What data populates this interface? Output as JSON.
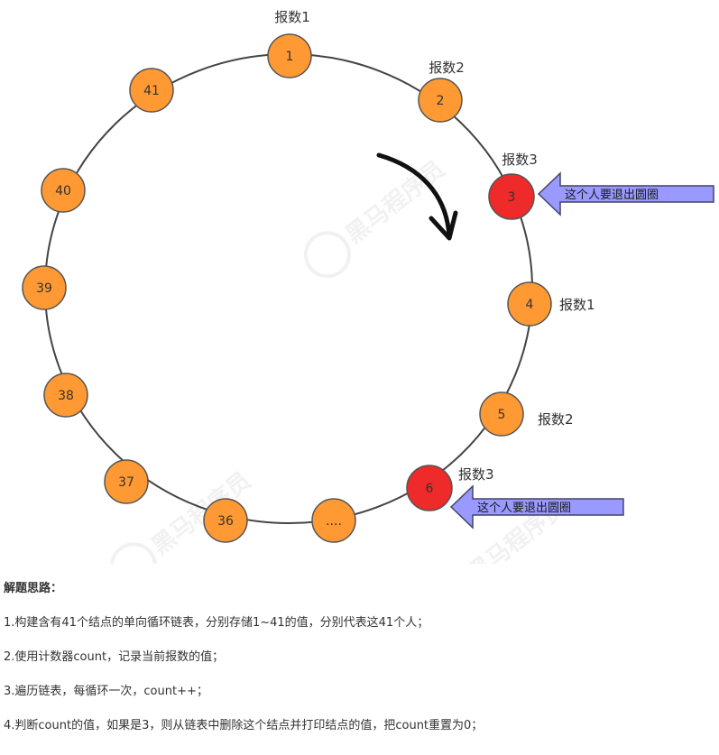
{
  "diagram": {
    "nodes": [
      {
        "label": "1",
        "state": "normal",
        "count": "报数1"
      },
      {
        "label": "2",
        "state": "normal",
        "count": "报数2"
      },
      {
        "label": "3",
        "state": "removed",
        "count": "报数3"
      },
      {
        "label": "4",
        "state": "normal",
        "count": "报数1"
      },
      {
        "label": "5",
        "state": "normal",
        "count": "报数2"
      },
      {
        "label": "6",
        "state": "removed",
        "count": "报数3"
      },
      {
        "label": "....",
        "state": "normal",
        "count": ""
      },
      {
        "label": "36",
        "state": "normal",
        "count": ""
      },
      {
        "label": "37",
        "state": "normal",
        "count": ""
      },
      {
        "label": "38",
        "state": "normal",
        "count": ""
      },
      {
        "label": "39",
        "state": "normal",
        "count": ""
      },
      {
        "label": "40",
        "state": "normal",
        "count": ""
      },
      {
        "label": "41",
        "state": "normal",
        "count": ""
      }
    ],
    "exit_arrows": [
      {
        "target": "3",
        "label": "这个人要退出圆圈"
      },
      {
        "target": "6",
        "label": "这个人要退出圆圈"
      }
    ],
    "watermark": "黑马程序员",
    "colors": {
      "normal_fill": "#ff9933",
      "removed_fill": "#ee2a2a",
      "ring": "#444444",
      "arrow_fill": "#9999ff",
      "arrow_stroke": "#444466"
    }
  },
  "notes": {
    "heading": "解题思路：",
    "steps": [
      "1.构建含有41个结点的单向循环链表，分别存储1~41的值，分别代表这41个人；",
      "2.使用计数器count，记录当前报数的值；",
      "3.遍历链表，每循环一次，count++；",
      "4.判断count的值，如果是3，则从链表中删除这个结点并打印结点的值，把count重置为0；"
    ]
  }
}
